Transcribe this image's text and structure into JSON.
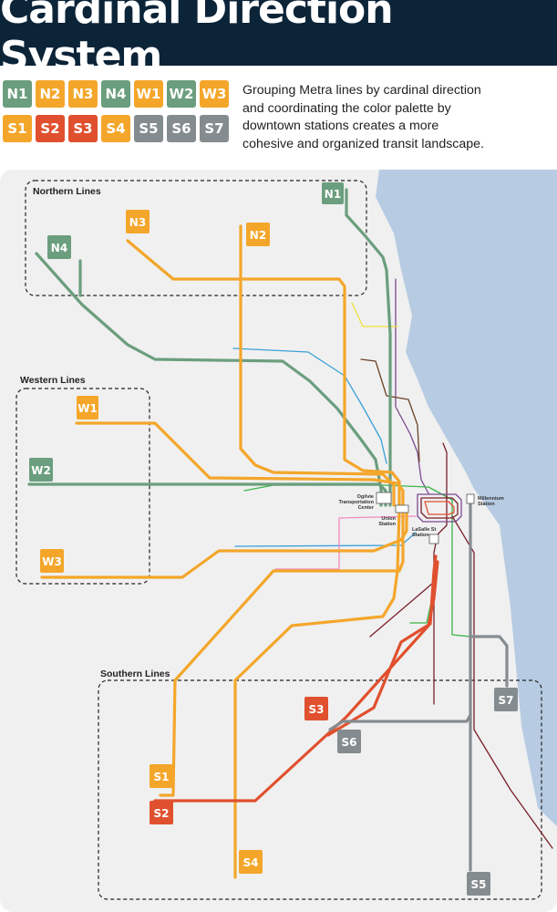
{
  "header": {
    "title": "Cardinal Direction System"
  },
  "legend": {
    "row1": [
      {
        "code": "N1",
        "color": "#6b9e7e"
      },
      {
        "code": "N2",
        "color": "#f4a62a"
      },
      {
        "code": "N3",
        "color": "#f4a62a"
      },
      {
        "code": "N4",
        "color": "#6b9e7e"
      },
      {
        "code": "W1",
        "color": "#f4a62a"
      },
      {
        "code": "W2",
        "color": "#6b9e7e"
      },
      {
        "code": "W3",
        "color": "#f4a62a"
      }
    ],
    "row2": [
      {
        "code": "S1",
        "color": "#f4a62a"
      },
      {
        "code": "S2",
        "color": "#e0502e"
      },
      {
        "code": "S3",
        "color": "#e0502e"
      },
      {
        "code": "S4",
        "color": "#f4a62a"
      },
      {
        "code": "S5",
        "color": "#858c8f"
      },
      {
        "code": "S6",
        "color": "#858c8f"
      },
      {
        "code": "S7",
        "color": "#858c8f"
      }
    ]
  },
  "description": {
    "lines": [
      "Grouping Metra lines by cardinal direction",
      "and coordinating the color palette by",
      "downtown stations creates a more",
      "cohesive and organized transit landscape."
    ]
  },
  "map": {
    "colors": {
      "land": "#f0f0f0",
      "water": "#b7cce3",
      "green": "#6b9e7e",
      "orange": "#f4a62a",
      "red": "#e0502e",
      "gray": "#858c8f",
      "purple": "#7b4a8f",
      "yellow": "#f3e03a",
      "blue": "#3aa0d8",
      "brown": "#6b4226",
      "pink": "#f08cbf",
      "maroon": "#7a1f2b",
      "brightgreen": "#3bb54a"
    },
    "regions": {
      "northern": "Northern Lines",
      "western": "Western Lines",
      "southern": "Southern Lines"
    },
    "stations": {
      "ogilvie": [
        "Ogilvie",
        "Transportation",
        "Center"
      ],
      "union": [
        "Union",
        "Station"
      ],
      "lasalle": [
        "LaSalle St",
        "Station"
      ],
      "millennium": [
        "Millennium",
        "Station"
      ]
    },
    "labels": {
      "N1": "N1",
      "N2": "N2",
      "N3": "N3",
      "N4": "N4",
      "W1": "W1",
      "W2": "W2",
      "W3": "W3",
      "S1": "S1",
      "S2": "S2",
      "S3": "S3",
      "S4": "S4",
      "S5": "S5",
      "S6": "S6",
      "S7": "S7"
    }
  }
}
